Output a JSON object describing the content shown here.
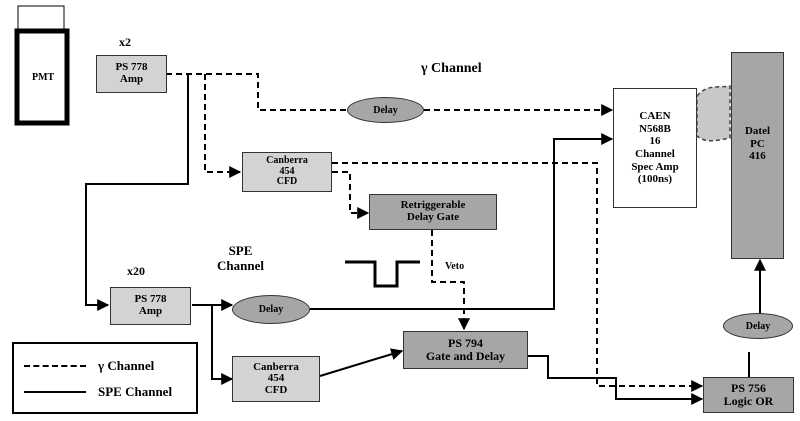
{
  "blocks": {
    "pmt": "PMT",
    "amp_gamma": [
      "PS 778",
      "Amp"
    ],
    "amp_gamma_gain": "x2",
    "amp_spe": [
      "PS 778",
      "Amp"
    ],
    "amp_spe_gain": "x20",
    "cfd_gamma": [
      "Canberra",
      "454",
      "CFD"
    ],
    "cfd_spe": [
      "Canberra",
      "454",
      "CFD"
    ],
    "delay_gamma": "Delay",
    "delay_spe": "Delay",
    "delay_or": "Delay",
    "retrig_gate": [
      "Retriggerable",
      "Delay Gate"
    ],
    "gate_delay": [
      "PS 794",
      "Gate and Delay"
    ],
    "logic_or": [
      "PS 756",
      "Logic OR"
    ],
    "caen": [
      "CAEN",
      "N568B",
      "16",
      "Channel",
      "Spec Amp",
      "(100ns)"
    ],
    "datel": [
      "Datel",
      "PC",
      "416"
    ]
  },
  "labels": {
    "gamma_channel": "γ Channel",
    "spe_channel": [
      "SPE",
      "Channel"
    ],
    "veto": "Veto"
  },
  "legend": {
    "gamma": "γ Channel",
    "spe": "SPE Channel"
  }
}
